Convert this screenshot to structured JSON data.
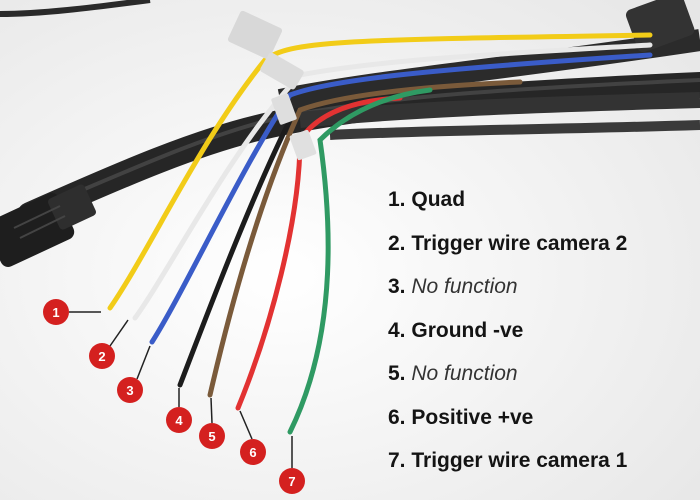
{
  "colors": {
    "marker": "#d4201f",
    "marker_text": "#ffffff",
    "cable": "#222222",
    "wire_yellow": "#f2cc18",
    "wire_white": "#ececec",
    "wire_blue": "#3a5cc8",
    "wire_black": "#1c1c1c",
    "wire_brown": "#7a5a3a",
    "wire_red": "#e23232",
    "wire_green": "#2f9a63"
  },
  "legend": [
    {
      "num": "1.",
      "label": "Quad",
      "style": "bold"
    },
    {
      "num": "2.",
      "label": "Trigger wire camera 2",
      "style": "bold"
    },
    {
      "num": "3.",
      "label": "No function",
      "style": "italic"
    },
    {
      "num": "4.",
      "label": "Ground -ve",
      "style": "bold"
    },
    {
      "num": "5.",
      "label": "No function",
      "style": "italic"
    },
    {
      "num": "6.",
      "label": "Positive +ve",
      "style": "bold"
    },
    {
      "num": "7.",
      "label": "Trigger wire camera 1",
      "style": "bold"
    }
  ],
  "markers": [
    "1",
    "2",
    "3",
    "4",
    "5",
    "6",
    "7"
  ]
}
